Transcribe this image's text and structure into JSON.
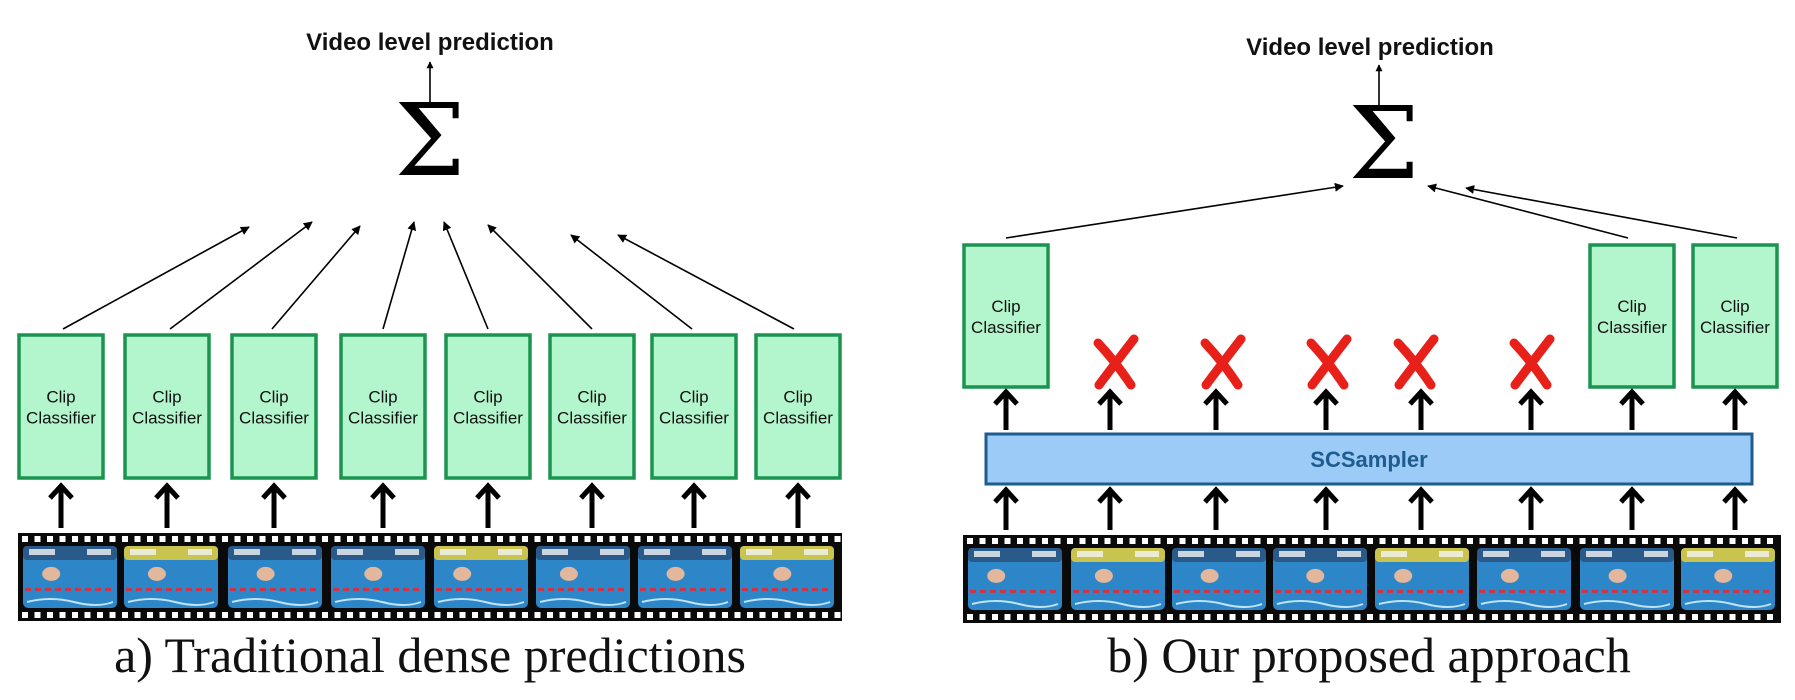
{
  "colors": {
    "clip_fill": "#b3f5cc",
    "clip_stroke": "#1b9450",
    "sampler_fill": "#9ccbf7",
    "sampler_stroke": "#1d5c8f",
    "sampler_text": "#1d5c8f",
    "cross": "#e8201a",
    "pool_water": "#2c86c8",
    "lane_red": "#d83040",
    "banner_yellow": "#e8d860"
  },
  "left": {
    "top_label": "Video level prediction",
    "sigma": "Σ",
    "clip_label_line1": "Clip",
    "clip_label_line2": "Classifier",
    "caption": "a) Traditional dense predictions"
  },
  "right": {
    "top_label": "Video level prediction",
    "sigma": "Σ",
    "clip_label_line1": "Clip",
    "clip_label_line2": "Classifier",
    "sampler_label": "SCSampler",
    "caption": "b) Our proposed approach"
  }
}
